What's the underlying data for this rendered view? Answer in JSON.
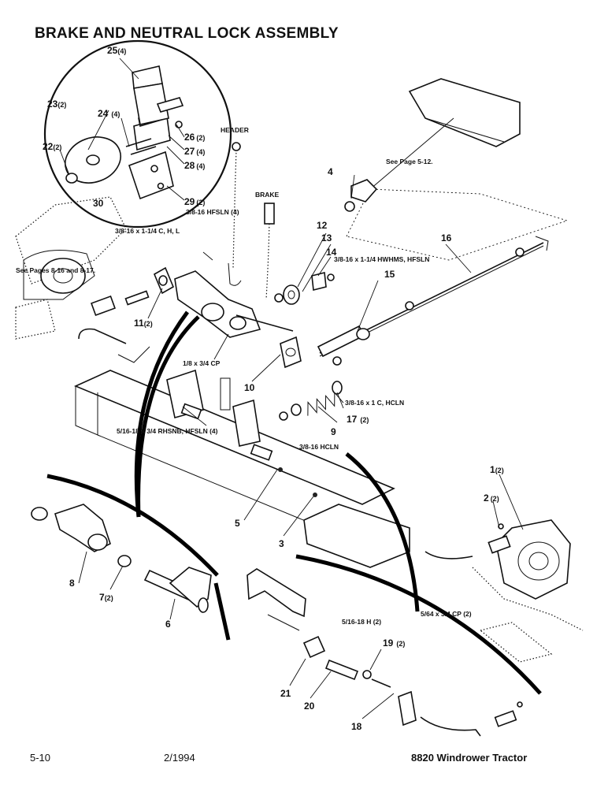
{
  "title": "BRAKE AND NEUTRAL LOCK ASSEMBLY",
  "footer": {
    "page": "5-10",
    "date": "2/1994",
    "model": "8820 Windrower Tractor"
  },
  "notes": {
    "header": "HEADER",
    "brake": "BRAKE",
    "see_page_512": "See Page 5-12.",
    "see_pages_816": "See Pages 8-16 and 8-17.",
    "bolt_3_8_16_x_1_1_4": "3/8-16 x 1-1/4 C, H, L",
    "hfsln_3_8_16": "3/8-16 HFSLN (4)",
    "hwhms": "3/8-16 x 1-1/4 HWHMS, HFSLN",
    "cp_1_8": "1/8 x 3/4 CP",
    "bolt_3_8_16_x_1": "3/8-16 x 1 C, HCLN",
    "hcln_3_8_16": "3/8-16 HCLN",
    "rhsnb": "5/16-18 x 3/4 RHSNB, HFSLN (4)",
    "h_5_16_18": "5/16-18 H (2)",
    "cp_5_64": "5/64 x 3/4 CP (2)"
  },
  "callouts": {
    "c1": {
      "num": "1",
      "qty": "(2)"
    },
    "c2": {
      "num": "2",
      "qty": "(2)"
    },
    "c3": {
      "num": "3",
      "qty": ""
    },
    "c4": {
      "num": "4",
      "qty": ""
    },
    "c5": {
      "num": "5",
      "qty": ""
    },
    "c6": {
      "num": "6",
      "qty": ""
    },
    "c7": {
      "num": "7",
      "qty": "(2)"
    },
    "c8": {
      "num": "8",
      "qty": ""
    },
    "c9": {
      "num": "9",
      "qty": ""
    },
    "c10": {
      "num": "10",
      "qty": ""
    },
    "c11": {
      "num": "11",
      "qty": "(2)"
    },
    "c12": {
      "num": "12",
      "qty": ""
    },
    "c13": {
      "num": "13",
      "qty": ""
    },
    "c14": {
      "num": "14",
      "qty": ""
    },
    "c15": {
      "num": "15",
      "qty": ""
    },
    "c16": {
      "num": "16",
      "qty": ""
    },
    "c17": {
      "num": "17",
      "qty": "(2)"
    },
    "c18": {
      "num": "18",
      "qty": ""
    },
    "c19": {
      "num": "19",
      "qty": "(2)"
    },
    "c20": {
      "num": "20",
      "qty": ""
    },
    "c21": {
      "num": "21",
      "qty": ""
    },
    "c22": {
      "num": "22",
      "qty": "(2)"
    },
    "c23": {
      "num": "23",
      "qty": "(2)"
    },
    "c24": {
      "num": "24",
      "qty": "(4)"
    },
    "c25": {
      "num": "25",
      "qty": "(4)"
    },
    "c26": {
      "num": "26",
      "qty": "(2)"
    },
    "c27": {
      "num": "27",
      "qty": "(4)"
    },
    "c28": {
      "num": "28",
      "qty": "(4)"
    },
    "c29": {
      "num": "29",
      "qty": "(2)"
    },
    "c30": {
      "num": "30",
      "qty": ""
    }
  }
}
